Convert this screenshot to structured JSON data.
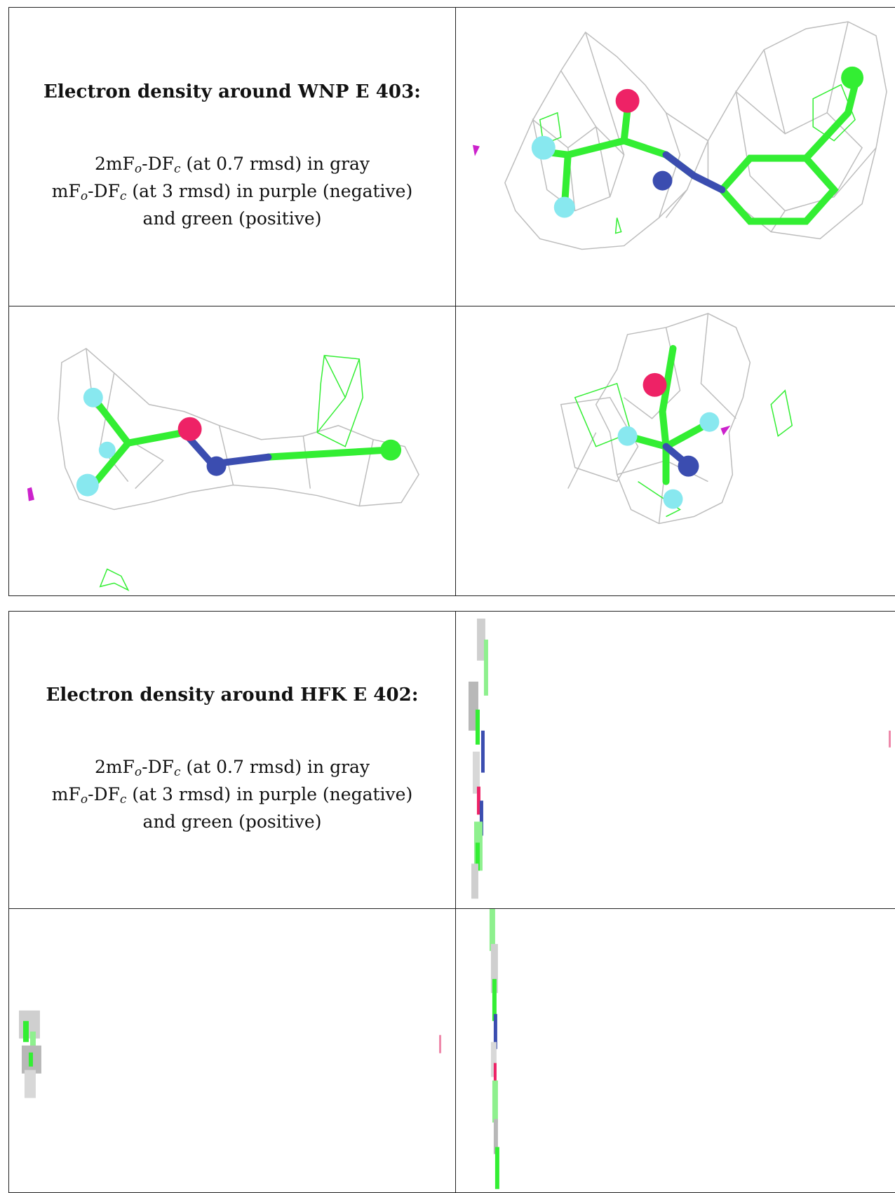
{
  "sections": [
    {
      "title": "Electron density around WNP E 403:",
      "line1": {
        "pre": "2mF",
        "sub1": "o",
        "mid": "-DF",
        "sub2": "c",
        "post": " (at 0.7 rmsd) in gray"
      },
      "line2": {
        "pre": "mF",
        "sub1": "o",
        "mid": "-DF",
        "sub2": "c",
        "post": " (at 3 rmsd) in purple (negative)"
      },
      "line3": "and green (positive)"
    },
    {
      "title": "Electron density around HFK E 402:",
      "line1": {
        "pre": "2mF",
        "sub1": "o",
        "mid": "-DF",
        "sub2": "c",
        "post": " (at 0.7 rmsd) in gray"
      },
      "line2": {
        "pre": "mF",
        "sub1": "o",
        "mid": "-DF",
        "sub2": "c",
        "post": " (at 3 rmsd) in purple (negative)"
      },
      "line3": "and green (positive)"
    }
  ],
  "colors": {
    "mesh": "#b8b8b8",
    "carbon": "#33ee33",
    "nitrogen": "#3b4db0",
    "oxygen": "#ee2266",
    "fluorine": "#88e8ef",
    "negative": "#cc22cc",
    "border": "#222222"
  }
}
